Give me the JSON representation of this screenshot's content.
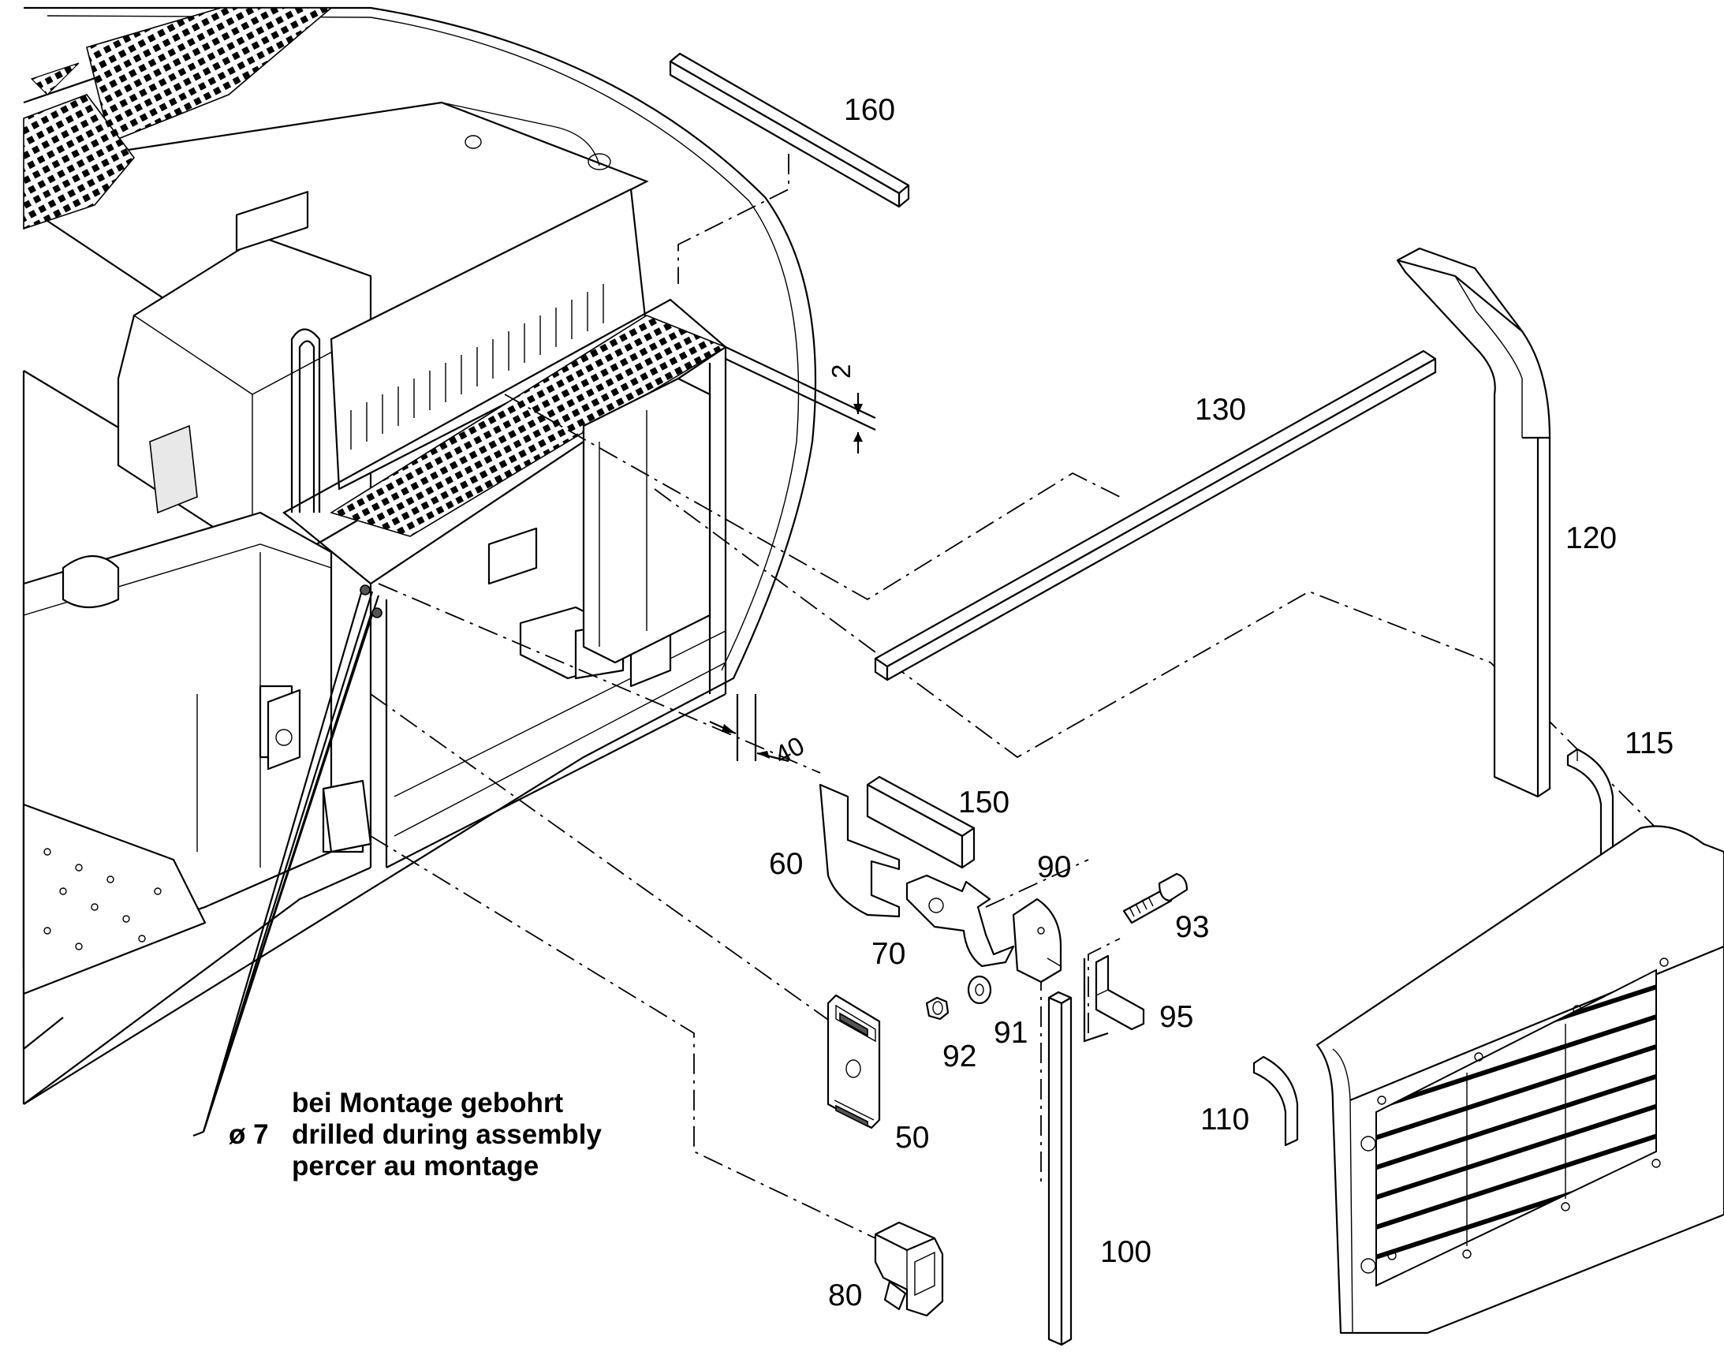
{
  "part_labels": {
    "p160": "160",
    "p130": "130",
    "p120": "120",
    "p115": "115",
    "p150": "150",
    "p60": "60",
    "p90": "90",
    "p93": "93",
    "p70": "70",
    "p95": "95",
    "p91": "91",
    "p92": "92",
    "p50": "50",
    "p110": "110",
    "p100": "100",
    "p80": "80"
  },
  "dimensions": {
    "gap": "2",
    "offset": "40"
  },
  "drill_note": {
    "diameter": "ø 7",
    "line_de": "bei Montage gebohrt",
    "line_en": "drilled during assembly",
    "line_fr": "percer au montage"
  }
}
